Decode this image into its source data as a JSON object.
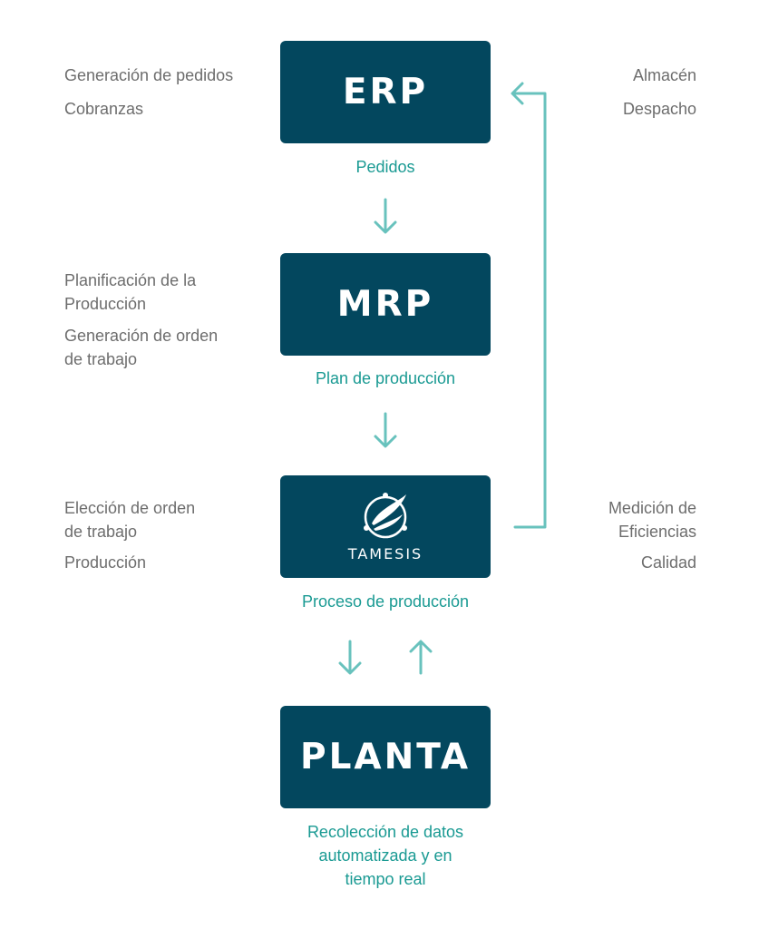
{
  "blocks": {
    "erp": "ERP",
    "mrp": "MRP",
    "tamesis": "TAMESIS",
    "planta": "PLANTA"
  },
  "captions": {
    "erp": "Pedidos",
    "mrp": "Plan de producción",
    "tamesis": "Proceso de producción",
    "planta_line1": "Recolección de datos",
    "planta_line2": "automatizada y en",
    "planta_line3": "tiempo real"
  },
  "left_labels": {
    "erp_1": "Generación de pedidos",
    "erp_2": "Cobranzas",
    "mrp_1_line1": "Planificación de la",
    "mrp_1_line2": "Producción",
    "mrp_2_line1": "Generación de orden",
    "mrp_2_line2": "de trabajo",
    "tamesis_1_line1": "Elección de orden",
    "tamesis_1_line2": "de trabajo",
    "tamesis_2": "Producción"
  },
  "right_labels": {
    "erp_1": "Almacén",
    "erp_2": "Despacho",
    "tamesis_1_line1": "Medición de",
    "tamesis_1_line2": "Eficiencias",
    "tamesis_2": "Calidad"
  },
  "colors": {
    "block": "#03475e",
    "caption": "#1a9a93",
    "arrow": "#68c2bd",
    "side_text": "#6d6d6d"
  }
}
